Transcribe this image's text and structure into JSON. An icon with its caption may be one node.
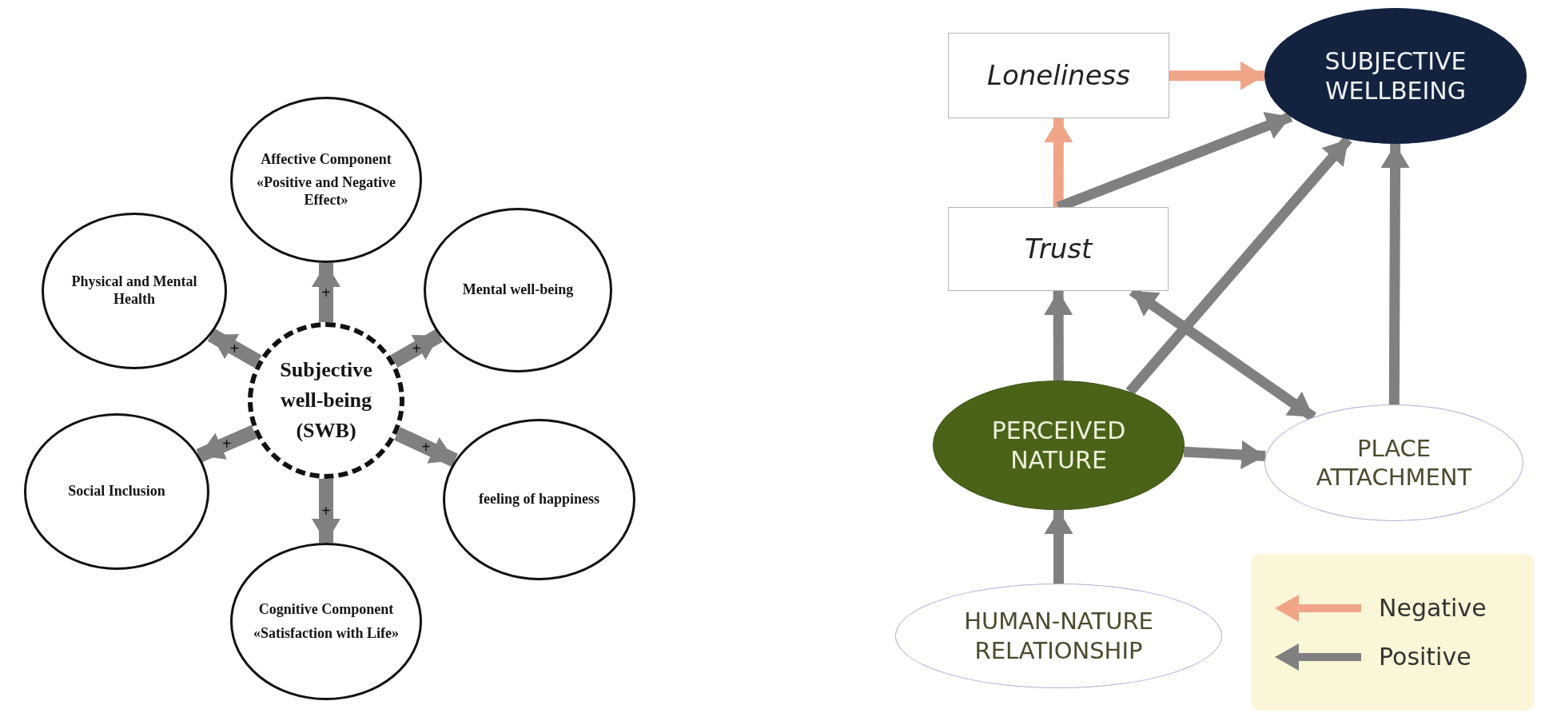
{
  "diagram": {
    "nodes": [
      {
        "text": [
          "Subjective well-being (SWB)"
        ]
      },
      {
        "text": [
          "Affective Component",
          "«Positive and Negative Effect»"
        ]
      },
      {
        "text": [
          "Physical and Mental Health"
        ]
      },
      {
        "text": [
          "Mental well-being"
        ]
      },
      {
        "text": [
          "Social Inclusion"
        ]
      },
      {
        "text": [
          "feeling of happiness"
        ]
      },
      {
        "text": [
          "Cognitive Component",
          "«Satisfaction with Life»"
        ]
      },
      {
        "text": [
          "Loneliness"
        ]
      },
      {
        "text": [
          "SUBJECTIVE WELLBEING"
        ]
      },
      {
        "text": [
          "Trust"
        ]
      },
      {
        "text": [
          "PERCEIVED NATURE"
        ]
      },
      {
        "text": [
          "PLACE ATTACHMENT"
        ]
      },
      {
        "text": [
          "HUMAN-NATURE RELATIONSHIP"
        ]
      }
    ],
    "edges": [
      {
        "from": 0,
        "to": 1,
        "arrow": "to",
        "label": "+"
      },
      {
        "from": 0,
        "to": 3,
        "arrow": "to",
        "label": "+"
      },
      {
        "from": 0,
        "to": 5,
        "arrow": "to",
        "label": "+"
      },
      {
        "from": 0,
        "to": 6,
        "arrow": "to",
        "label": "+"
      },
      {
        "from": 0,
        "to": 4,
        "arrow": "to",
        "label": "+"
      },
      {
        "from": 0,
        "to": 2,
        "arrow": "to",
        "label": "+"
      },
      {
        "from": 7,
        "to": 8,
        "arrow": "to",
        "color": "#f0a588"
      },
      {
        "from": 9,
        "to": 7,
        "arrow": "to",
        "color": "#f0a588"
      },
      {
        "from": 9,
        "to": 8,
        "arrow": "to"
      },
      {
        "from": 10,
        "to": 9,
        "arrow": "to"
      },
      {
        "from": 10,
        "to": 8,
        "arrow": "to"
      },
      {
        "from": 9,
        "to": 11,
        "arrow": "both"
      },
      {
        "from": 10,
        "to": 11,
        "arrow": "to"
      },
      {
        "from": 11,
        "to": 8,
        "arrow": "to"
      },
      {
        "from": 12,
        "to": 10,
        "arrow": "to"
      }
    ],
    "legend": [
      {
        "text": "Negative",
        "color": "#f0a588"
      },
      {
        "text": "Positive",
        "color": "#808080"
      }
    ]
  }
}
